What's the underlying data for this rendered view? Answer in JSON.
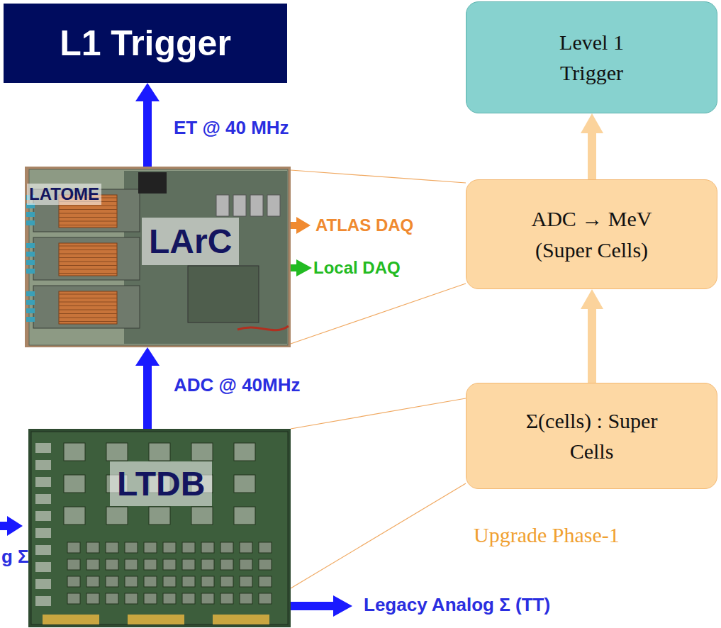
{
  "diagram": {
    "nodes": [
      {
        "text": [
          "L1 Trigger"
        ]
      },
      {
        "text": [
          "Level 1 Trigger"
        ]
      },
      {
        "text": [
          "LATOME",
          "LArC"
        ]
      },
      {
        "text": [
          "ADC → MeV (Super Cells)"
        ]
      },
      {
        "text": [
          "LTDB"
        ]
      },
      {
        "text": [
          "Σ(cells) : Super Cells"
        ]
      }
    ],
    "edges": [
      {
        "from": 2,
        "to": 0,
        "arrow": "to",
        "label": "ET @ 40 MHz"
      },
      {
        "from": 4,
        "to": 2,
        "arrow": "to",
        "label": "ADC @ 40MHz"
      },
      {
        "from": 5,
        "to": 3,
        "arrow": "to"
      },
      {
        "from": 3,
        "to": 1,
        "arrow": "to"
      },
      {
        "from": 2,
        "to": 3,
        "arrow": "none"
      },
      {
        "from": 2,
        "to": 3,
        "arrow": "none"
      },
      {
        "from": 4,
        "to": 5,
        "arrow": "none"
      },
      {
        "from": 4,
        "to": 5,
        "arrow": "none"
      }
    ],
    "labels": [
      "ATLAS DAQ",
      "Local DAQ",
      "g Σ",
      "Legacy Analog Σ (TT)",
      "Upgrade Phase-1"
    ]
  }
}
